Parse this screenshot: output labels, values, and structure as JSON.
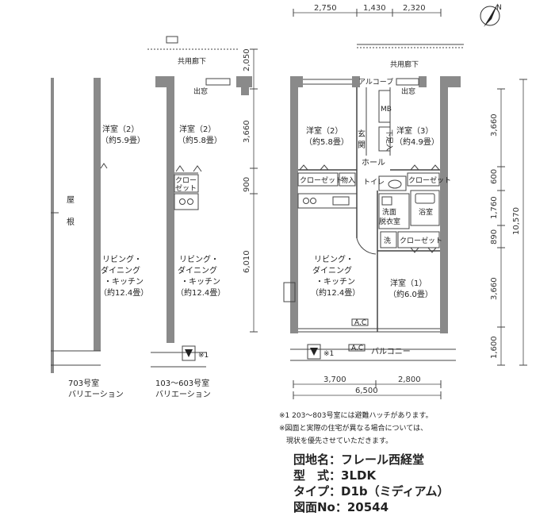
{
  "top_dims": [
    "2,750",
    "1,430",
    "2,320"
  ],
  "corridor": "共用廊下",
  "alcove": "アルコーブ",
  "entrance_door": "出窓",
  "rooms": {
    "r703": {
      "name": "洋室（2）",
      "size": "（約5.9畳）"
    },
    "r603": {
      "name": "洋室（2）",
      "size": "（約5.8畳）"
    },
    "r2": {
      "name": "洋室（2）",
      "size": "（約5.8畳）"
    },
    "r3": {
      "name": "洋室（3）",
      "size": "（約4.9畳）"
    },
    "r1": {
      "name": "洋室（1）",
      "size": "（約6.0畳）"
    }
  },
  "ldk": {
    "line1": "リビング・",
    "line2": "ダイニング",
    "line3": "・キッチン",
    "size": "（約12.4畳）"
  },
  "roof": [
    "屋",
    "根"
  ],
  "labels": {
    "closet": "クローゼット",
    "closet_stack": [
      "クロー",
      "ゼット"
    ],
    "storage": "物入",
    "hall": "ホール",
    "genkan": [
      "玄",
      "関"
    ],
    "toilet": "トイレ",
    "washroom": [
      "洗面",
      "脱衣室"
    ],
    "bath": "浴室",
    "wash": "洗",
    "shoes": "下足入",
    "mb": "MB",
    "balcony": "バルコニー",
    "ac": "A.C",
    "note_mark": "※1"
  },
  "right_dims": [
    "3,660",
    "600",
    "1,760",
    "890",
    "3,660",
    "1,600"
  ],
  "right_total": "10,570",
  "left_dims": [
    "2,050",
    "3,660",
    "900",
    "6,010"
  ],
  "bottom_dims": [
    "3,700",
    "2,800"
  ],
  "bottom_total": "6,500",
  "variations": {
    "v703": [
      "703号室",
      "バリエーション"
    ],
    "v603": [
      "103〜603号室",
      "バリエーション"
    ]
  },
  "notes": [
    "※1 203〜803号室には避難ハッチがあります。",
    "※図面と実際の住宅が異なる場合については、",
    "　現状を優先させていただきます。"
  ],
  "info": {
    "name_label": "団地名：",
    "name_value": "フレール西経堂",
    "type_label": "型　式：",
    "type_value": "3LDK",
    "kind_label": "タイプ：",
    "kind_value": "D1b（ミディアム）",
    "no_label": "図面No：",
    "no_value": "20544"
  },
  "colors": {
    "wall": "#8a8a8a",
    "line": "#444444"
  }
}
